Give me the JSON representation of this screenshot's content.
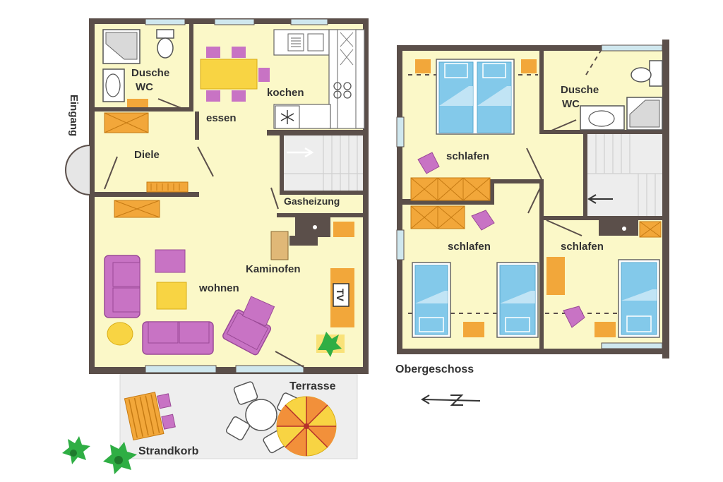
{
  "colors": {
    "wall": "#5b4f4a",
    "floor": "#fbf8c8",
    "furniture_purple": "#c873c4",
    "furniture_yellow": "#f8d443",
    "furniture_orange": "#f2a73a",
    "bed_blue": "#83c9ea",
    "window": "#cfe7ee",
    "terrace": "#eeeeee",
    "plant_green": "#2fae44"
  },
  "labels": {
    "dusche_wc_ground": "Dusche\nWC",
    "eingang": "Eingang",
    "diele": "Diele",
    "essen": "essen",
    "kochen": "kochen",
    "gasheizung": "Gasheizung",
    "kaminofen": "Kaminofen",
    "wohnen": "wohnen",
    "tv": "TV",
    "terrasse": "Terrasse",
    "strandkorb": "Strandkorb",
    "obergeschoss": "Obergeschoss",
    "dusche_wc_upper": "Dusche\nWC",
    "schlafen_1": "schlafen",
    "schlafen_2": "schlafen",
    "schlafen_3": "schlafen",
    "north_symbol": "N"
  },
  "icons": {
    "stair_arrow_ground": "arrow-right-icon",
    "stair_arrow_upper": "arrow-left-icon",
    "north_arrow": "north-arrow-icon",
    "fridge_snowflake": "snowflake-icon"
  }
}
